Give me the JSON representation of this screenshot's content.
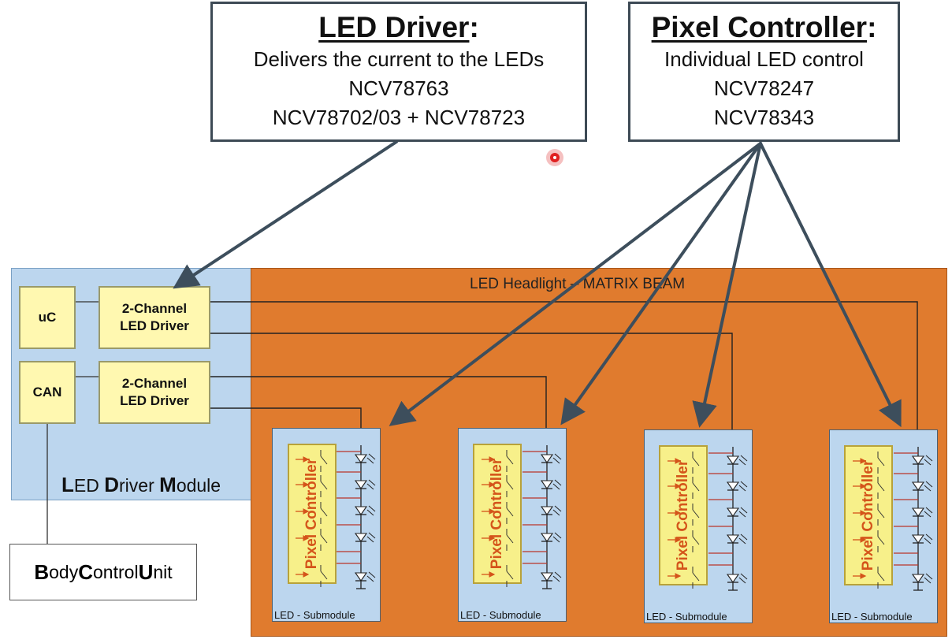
{
  "callouts": {
    "led_driver": {
      "title": "LED Driver",
      "colon": ":",
      "lines": [
        "Delivers the current to the LEDs",
        "NCV78763",
        "NCV78702/03 + NCV78723"
      ]
    },
    "pixel_controller": {
      "title": "Pixel Controller",
      "colon": ":",
      "lines": [
        "Individual LED control",
        "NCV78247",
        "NCV78343"
      ]
    }
  },
  "module": {
    "label_parts": [
      {
        "b": "L",
        "t": "ED "
      },
      {
        "b": "D",
        "t": "river "
      },
      {
        "b": "M",
        "t": "odule"
      }
    ],
    "uc": "uC",
    "can": "CAN",
    "driver1": [
      "2-Channel",
      "LED Driver"
    ],
    "driver2": [
      "2-Channel",
      "LED Driver"
    ]
  },
  "headlight": {
    "title": "LED Headlight – MATRIX BEAM"
  },
  "submodules": {
    "caption": "LED - Submodule",
    "controller_label": "Pixel Controller",
    "count": 4
  },
  "bcu": {
    "label_parts": [
      {
        "b": "B",
        "t": "ody "
      },
      {
        "b": "C",
        "t": "ontrol "
      },
      {
        "b": "U",
        "t": "nit"
      }
    ]
  },
  "colors": {
    "orange": "#e07b2e",
    "module_blue": "#bcd6ee",
    "yellow": "#fff8b0",
    "arrow": "#3d4e5c",
    "pixel_text": "#d4541a",
    "pointer": "#e02020"
  }
}
